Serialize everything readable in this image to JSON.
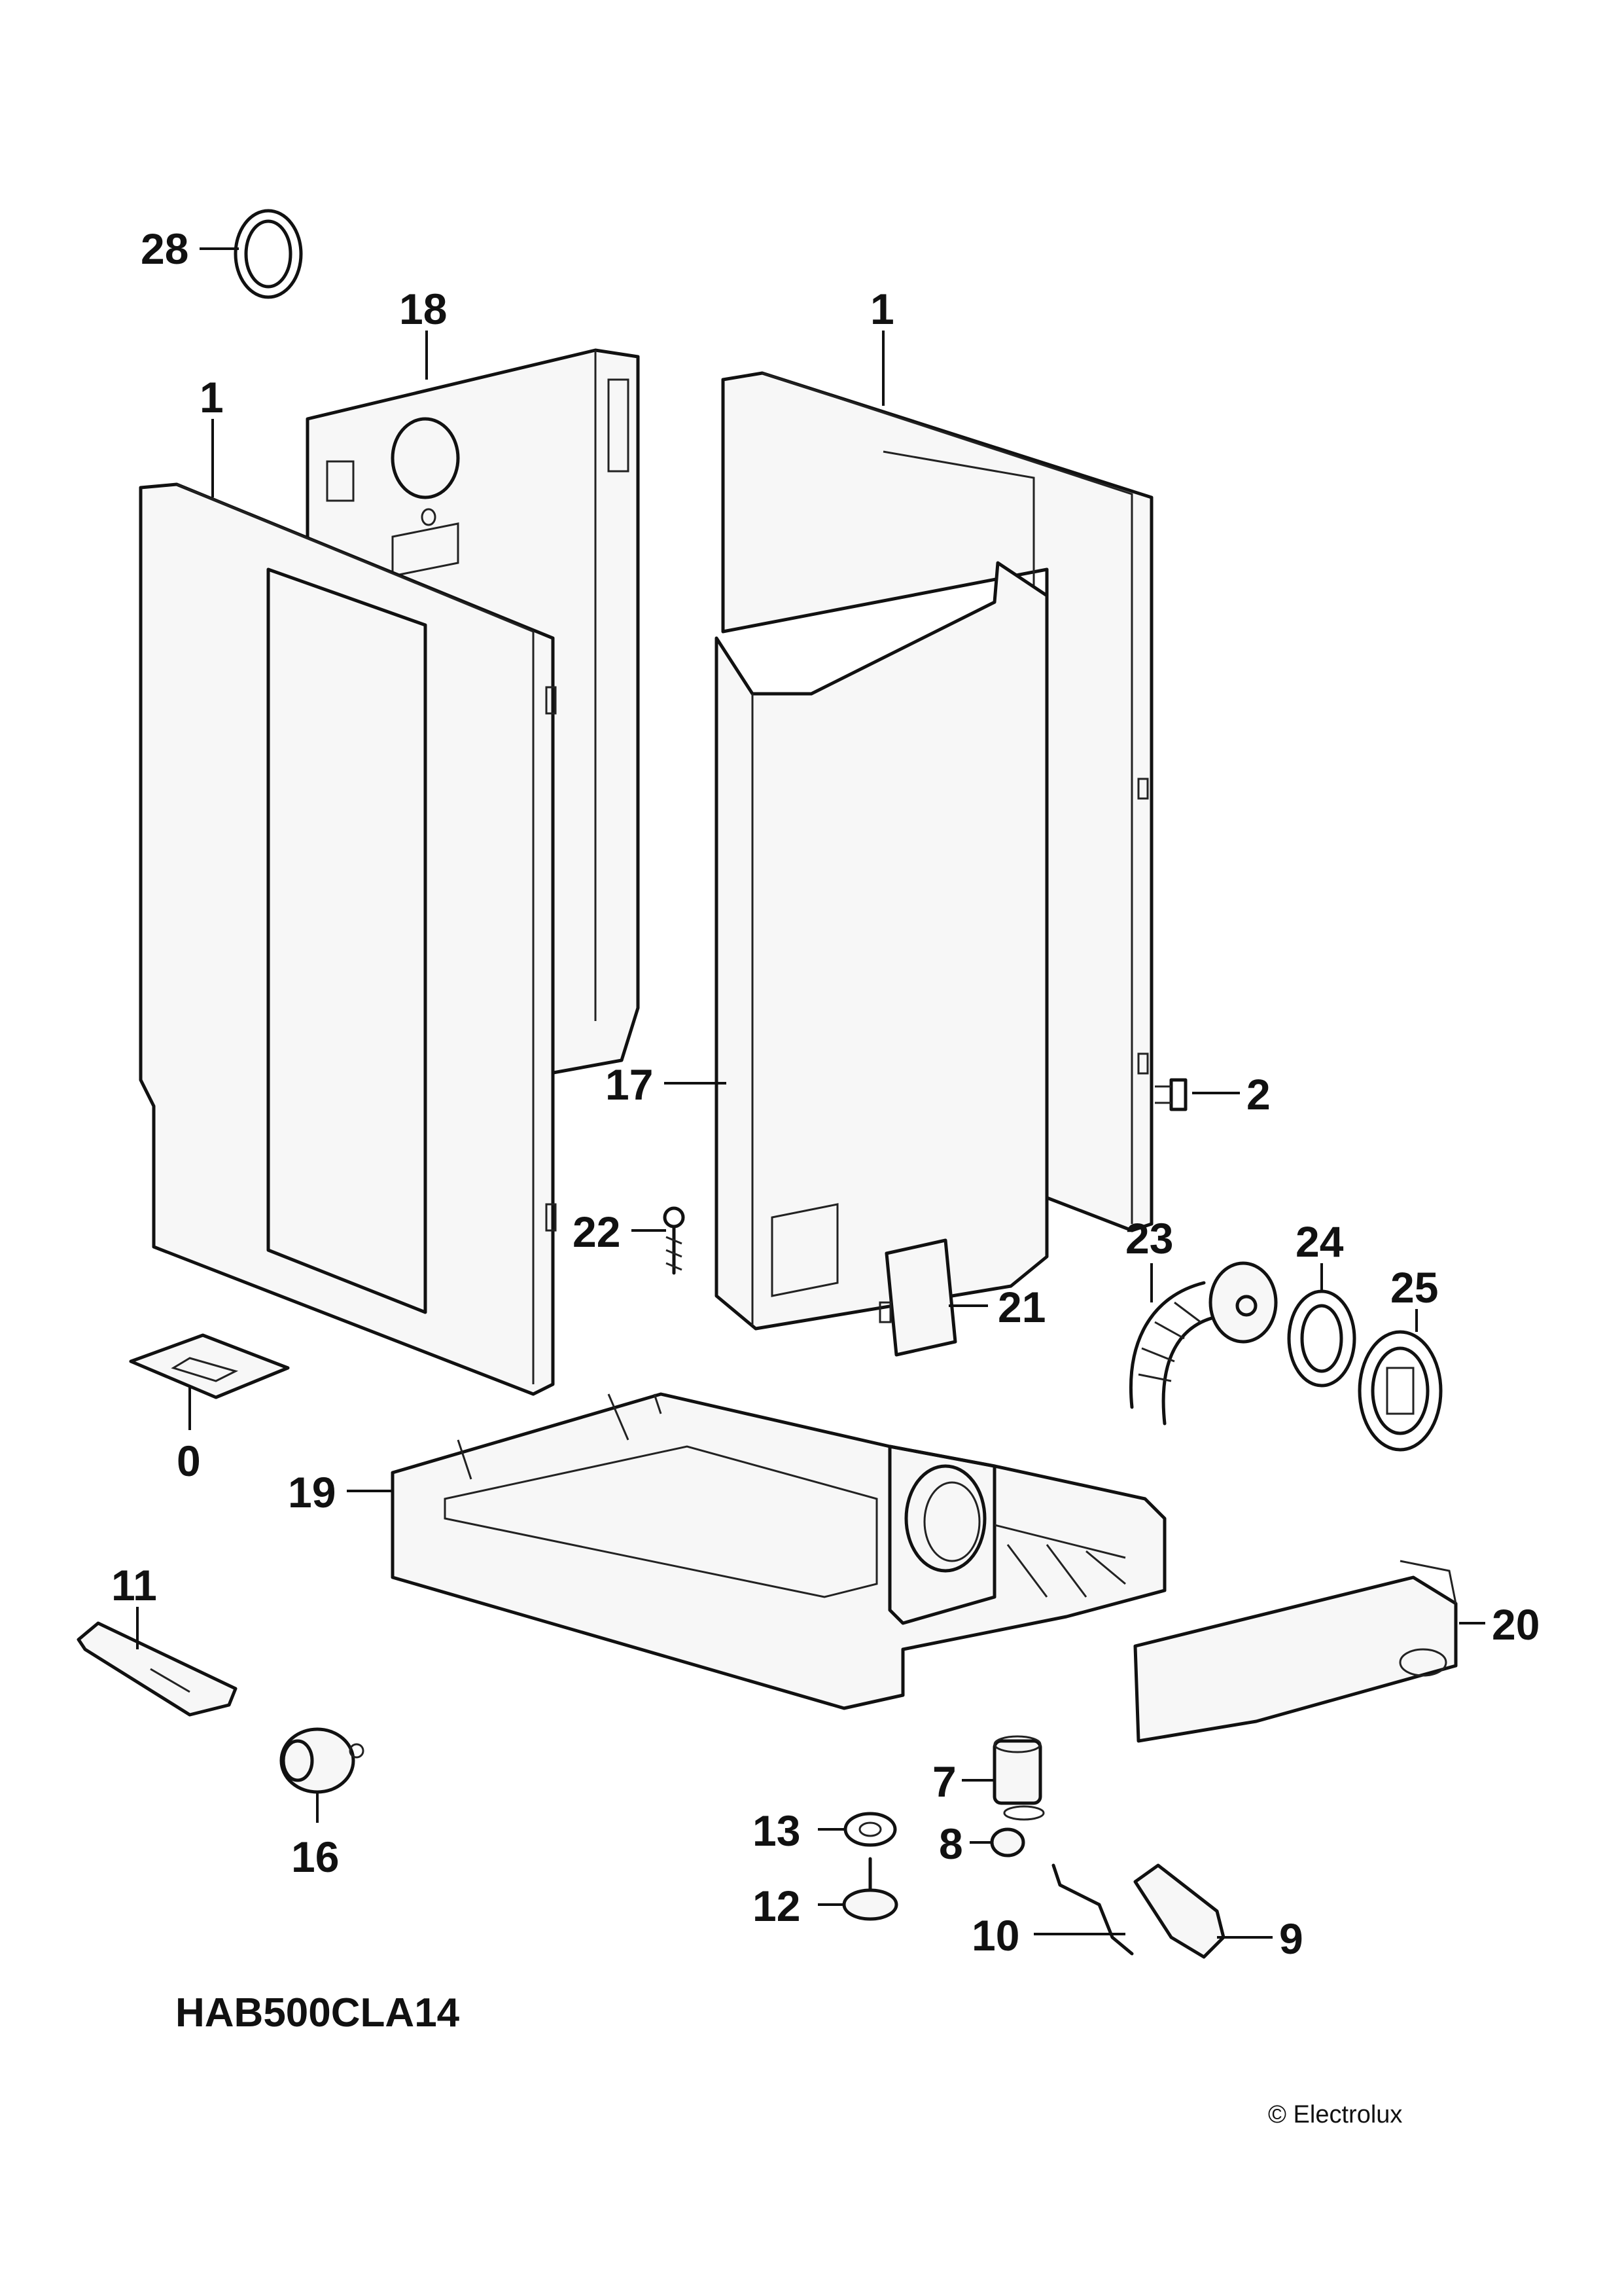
{
  "model_code": "HAB500CLA14",
  "copyright": "© Electrolux",
  "callouts": {
    "c28": "28",
    "c18": "18",
    "c1_left": "1",
    "c1_right": "1",
    "c2": "2",
    "c17": "17",
    "c22": "22",
    "c21": "21",
    "c23": "23",
    "c24": "24",
    "c25": "25",
    "c0": "0",
    "c19": "19",
    "c11": "11",
    "c20": "20",
    "c16": "16",
    "c7": "7",
    "c13": "13",
    "c8": "8",
    "c12": "12",
    "c10": "10",
    "c9": "9"
  }
}
